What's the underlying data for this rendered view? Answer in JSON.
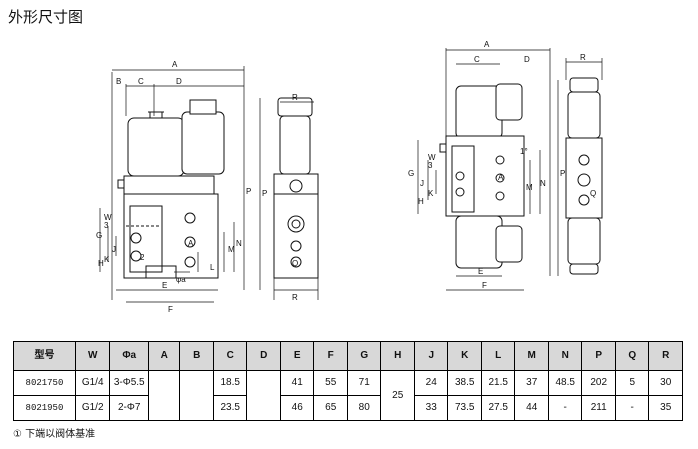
{
  "title": "外形尺寸图",
  "dim_labels": {
    "A": "A",
    "B": "B",
    "C": "C",
    "D": "D",
    "E": "E",
    "F": "F",
    "G": "G",
    "H": "H",
    "J": "J",
    "K": "K",
    "L": "L",
    "M": "M",
    "N": "N",
    "P": "P",
    "Q": "Q",
    "R": "R",
    "W": "W",
    "three": "3",
    "one": "1",
    "two": "2",
    "phi_a": "φa",
    "deg": "1°"
  },
  "table": {
    "headers": [
      "型号",
      "W",
      "Φa",
      "A",
      "B",
      "C",
      "D",
      "E",
      "F",
      "G",
      "H",
      "J",
      "K",
      "L",
      "M",
      "N",
      "P",
      "Q",
      "R"
    ],
    "rows": [
      {
        "model": "8021750",
        "W": "G1/4",
        "phi_a": "3-Φ5.5",
        "A": "",
        "B": "",
        "C": "18.5",
        "D": "",
        "E": "41",
        "F": "55",
        "G": "71",
        "H": "25",
        "J": "24",
        "K": "38.5",
        "L": "21.5",
        "M": "37",
        "N": "48.5",
        "P": "202",
        "Q": "5",
        "R": "30"
      },
      {
        "model": "8021950",
        "W": "G1/2",
        "phi_a": "2-Φ7",
        "A": "",
        "B": "",
        "C": "23.5",
        "D": "",
        "E": "46",
        "F": "65",
        "G": "80",
        "J": "33",
        "K": "73.5",
        "L": "27.5",
        "M": "44",
        "N": "-",
        "P": "211",
        "Q": "-",
        "R": "35"
      }
    ]
  },
  "note": "① 下端以阀体基准"
}
